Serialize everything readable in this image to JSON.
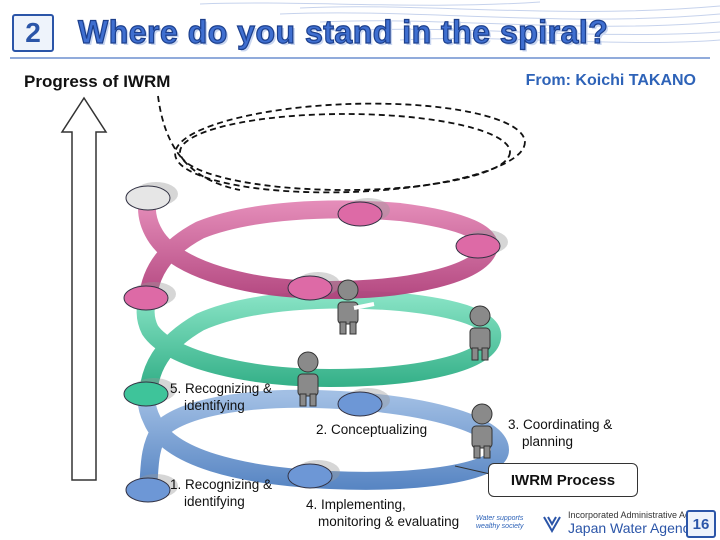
{
  "header": {
    "slide_number": "2",
    "title": "Where do you stand in the spiral?"
  },
  "subtitle": {
    "left": "Progress of IWRM",
    "right": "From: Koichi TAKANO"
  },
  "labels": {
    "step1": [
      "1. Recognizing &",
      "identifying"
    ],
    "step2": "2. Conceptualizing",
    "step3": [
      "3. Coordinating &",
      "planning"
    ],
    "step4": [
      "4. Implementing,",
      "monitoring & evaluating"
    ],
    "step5": [
      "5. Recognizing &",
      "identifying"
    ]
  },
  "process_box": "IWRM Process",
  "footer": {
    "agency_small": "Incorporated Administrative Agency",
    "agency_name": "Japan Water Agency",
    "tagline": "Water supports wealthy society",
    "page_number": "16"
  },
  "colors": {
    "blue_ring": "#6d97cc",
    "green_ring": "#3ec49a",
    "pink_ring": "#c7558f",
    "dashed_ring": "#000000",
    "title_blue": "#3f6fd0"
  },
  "icons": [
    "up-arrow-icon",
    "person-figure-icon",
    "agency-logo-icon"
  ]
}
